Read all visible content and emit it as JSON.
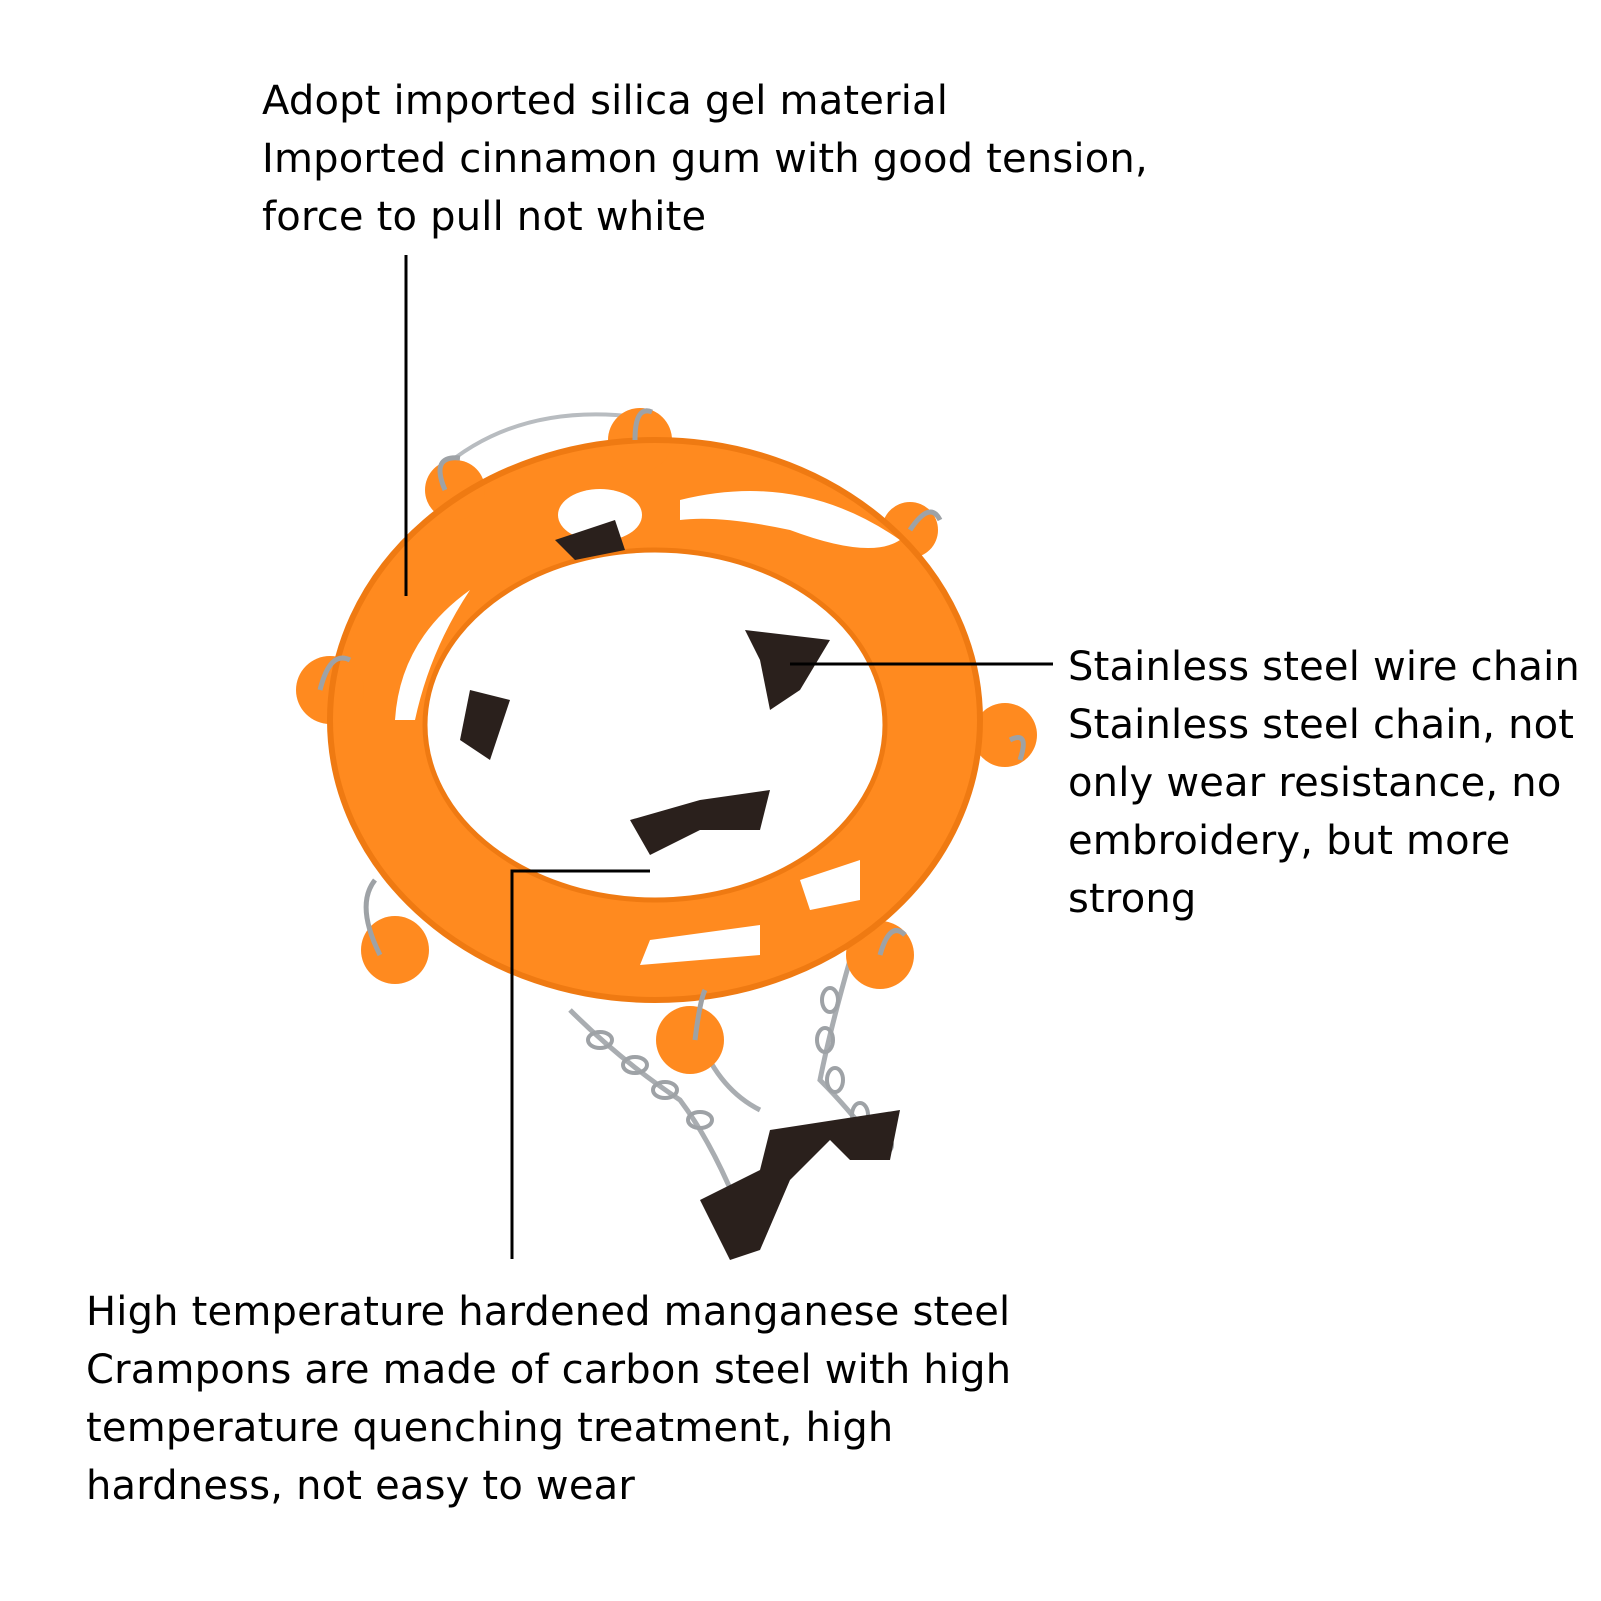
{
  "callouts": {
    "silica_gel": {
      "lines": [
        "Adopt imported silica gel material",
        "Imported cinnamon gum with good tension,",
        "force to pull not white"
      ]
    },
    "steel_chain": {
      "lines": [
        "Stainless steel wire chain",
        "Stainless steel chain, not",
        "only wear resistance, no",
        "embroidery, but more",
        "strong"
      ]
    },
    "manganese_steel": {
      "lines": [
        "High temperature hardened manganese steel",
        "Crampons are made of carbon steel with high",
        "temperature quenching treatment, high",
        "hardness, not easy to wear"
      ]
    }
  },
  "colors": {
    "rubber": "#ff8a1f",
    "rubber_shade": "#ef7a12",
    "steel": "#b8bcc0",
    "spike": "#2a201c",
    "leader": "#000000"
  }
}
